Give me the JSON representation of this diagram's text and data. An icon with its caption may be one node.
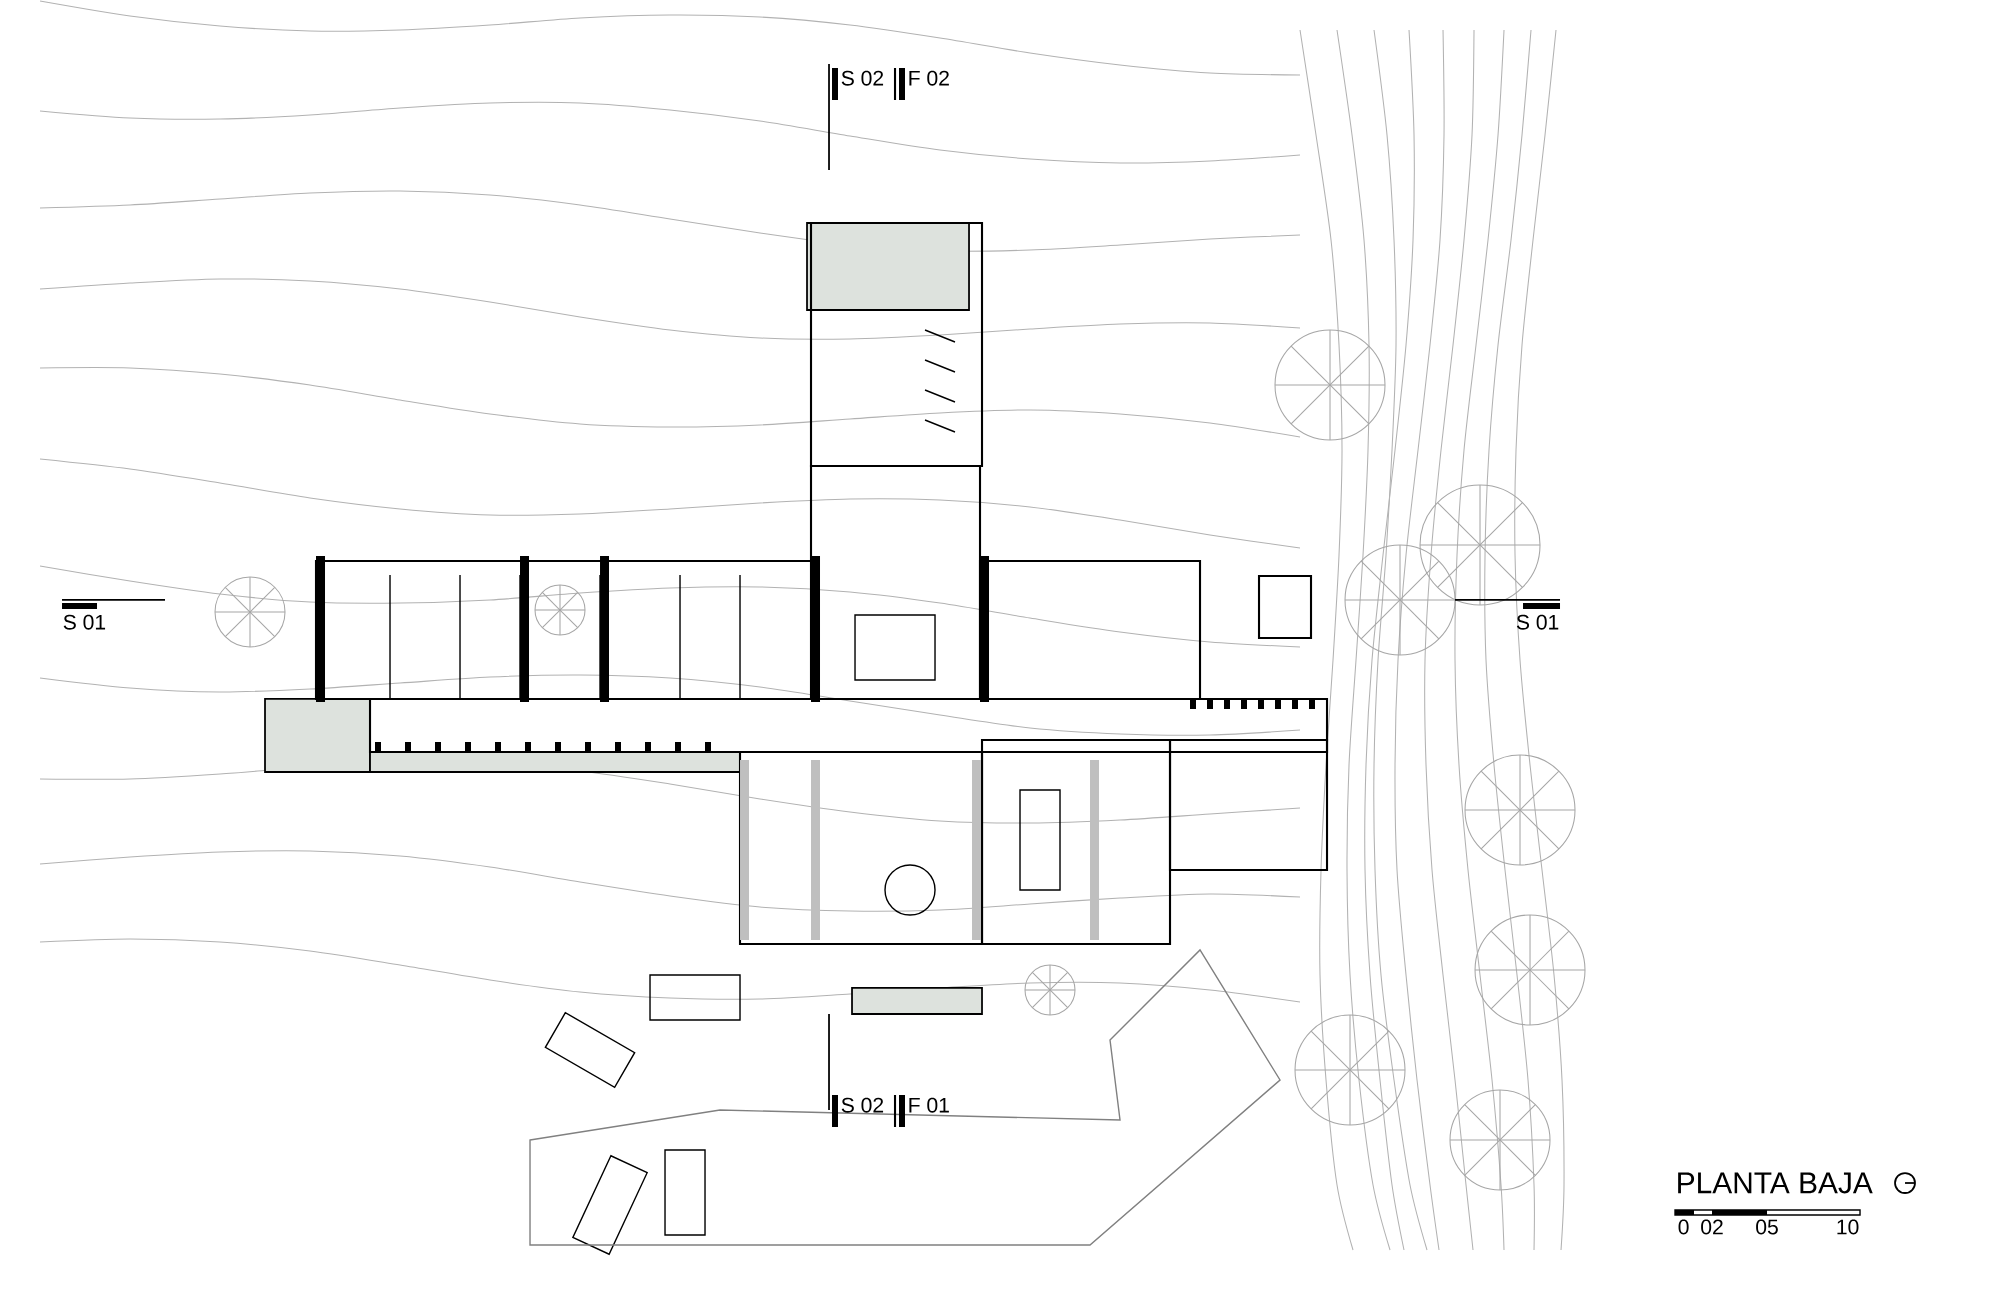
{
  "diagram": {
    "title": "PLANTA BAJA",
    "labels": [
      "S 02",
      "F 02",
      "S 01",
      "S 01",
      "S 02",
      "F 01",
      "0",
      "02",
      "05",
      "10"
    ]
  }
}
